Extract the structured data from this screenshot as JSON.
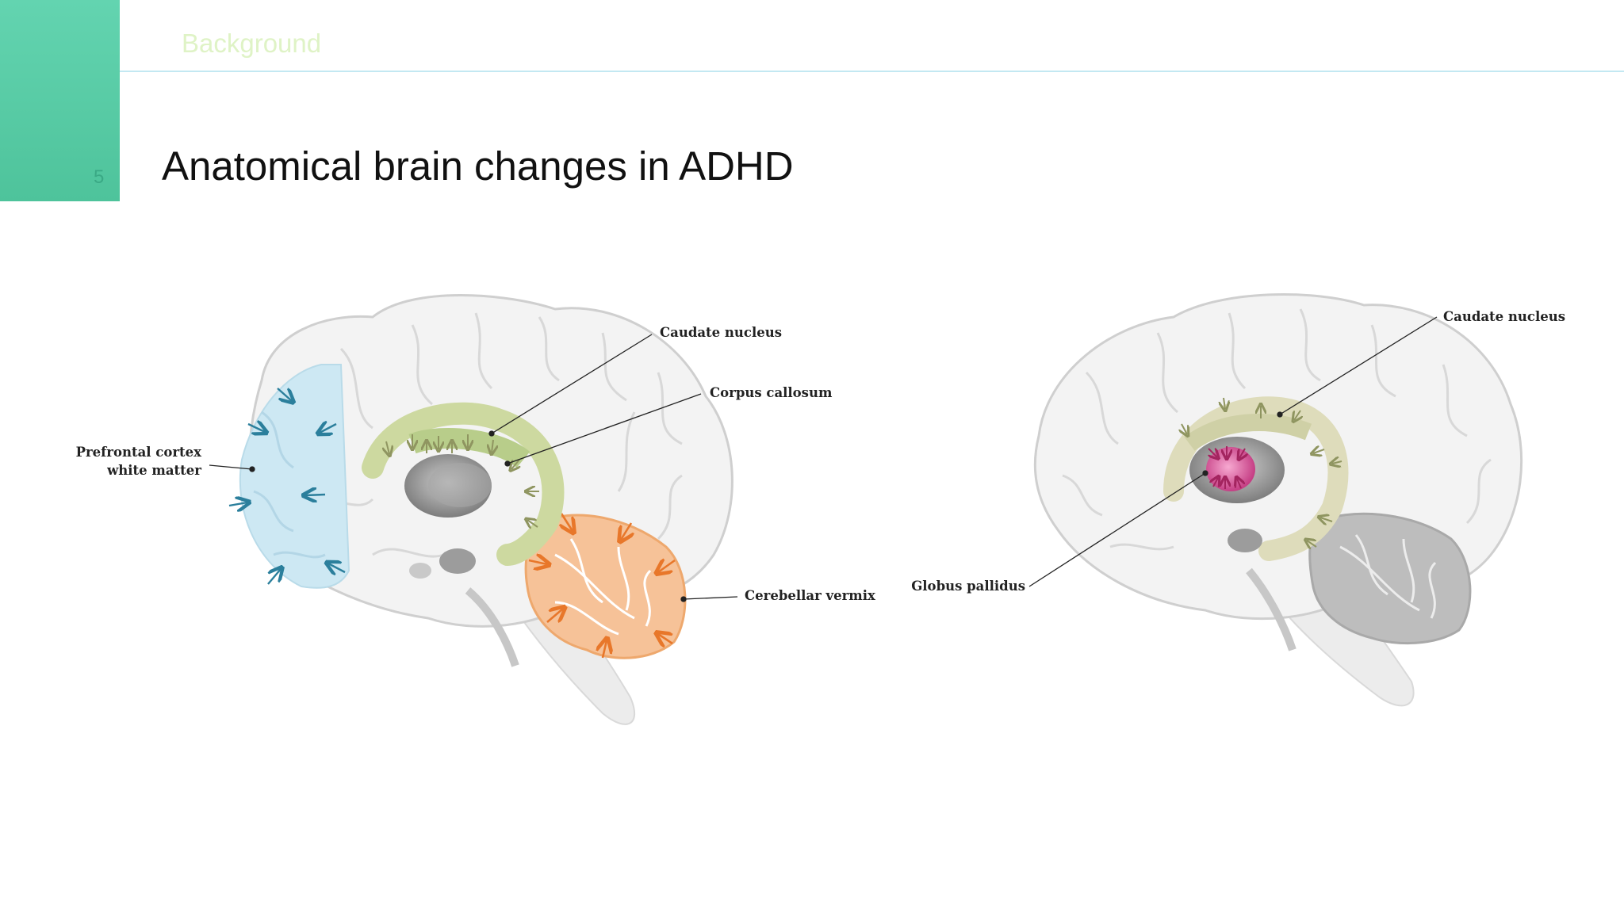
{
  "header": {
    "section": "Background",
    "slide_number": "5"
  },
  "slide": {
    "title": "Anatomical brain changes in ADHD"
  },
  "figure_left": {
    "labels": {
      "caudate": "Caudate nucleus",
      "corpus": "Corpus callosum",
      "prefrontal_line1": "Prefrontal cortex",
      "prefrontal_line2": "white matter",
      "cerebellar": "Cerebellar vermix"
    }
  },
  "figure_right": {
    "labels": {
      "caudate": "Caudate nucleus",
      "globus": "Globus pallidus"
    }
  },
  "colors": {
    "accent": "#5ccfa8",
    "prefrontal": "#cde8f3",
    "caudate": "#cdd9a0",
    "cerebellum": "#f6c298",
    "globus": "#cf4d8a"
  }
}
